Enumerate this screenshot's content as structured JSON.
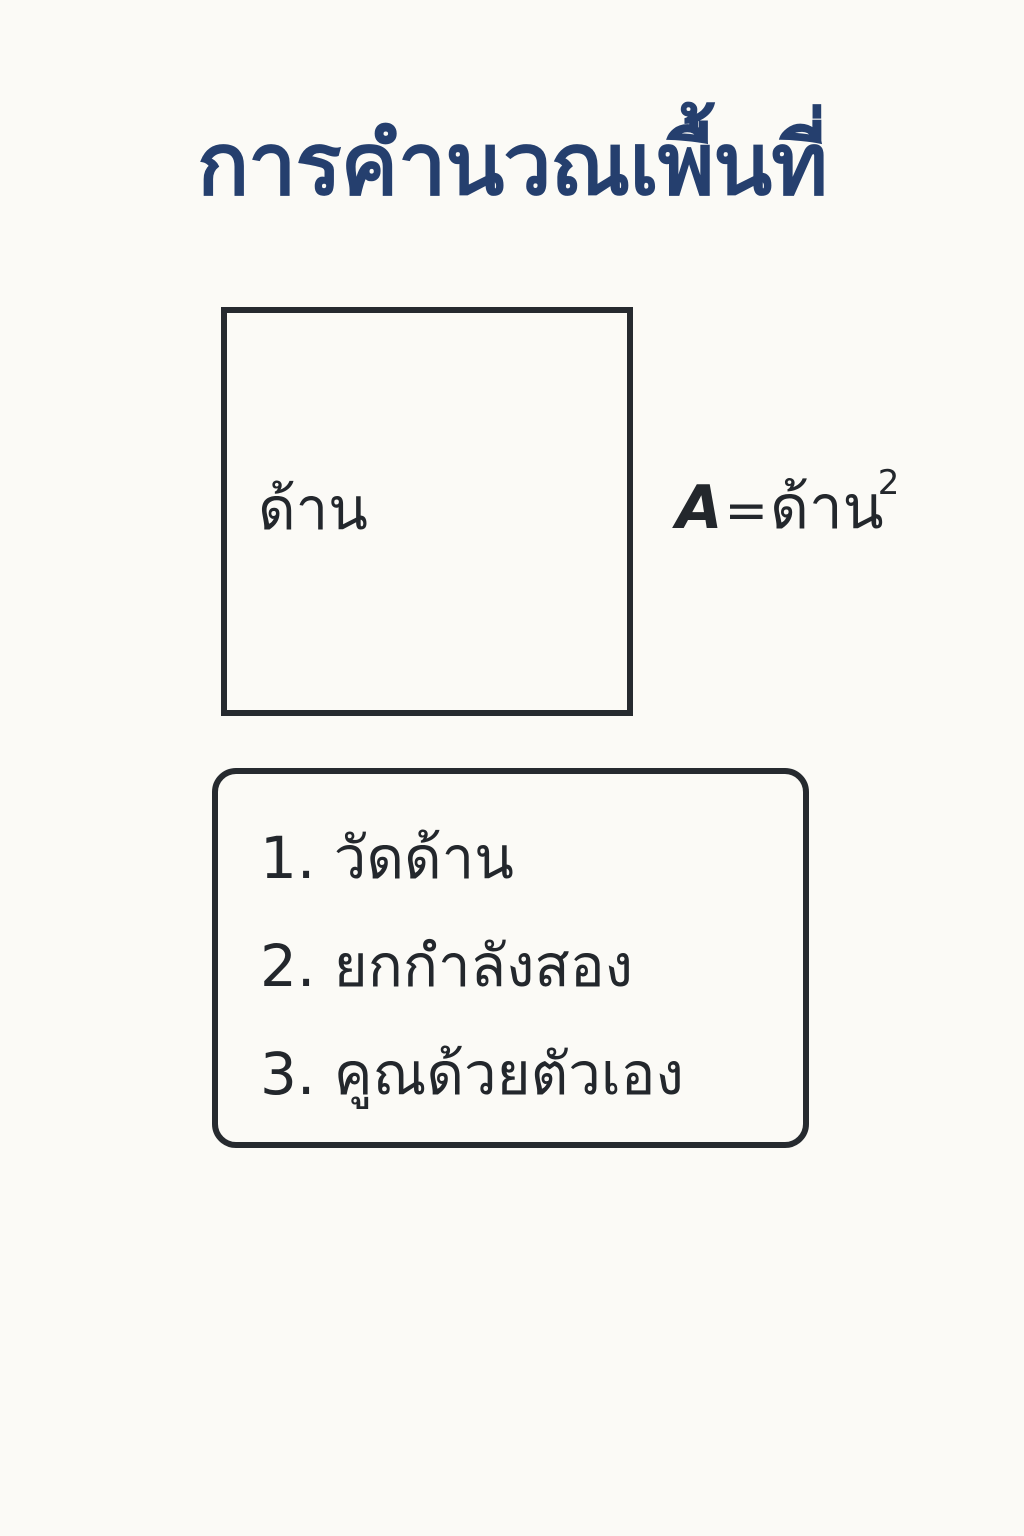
{
  "title": "การคำนวณเพื้นที่",
  "diagram": {
    "side_label": "ด้าน",
    "formula": {
      "variable": "A",
      "equals": "=",
      "expression": "ด้าน",
      "exponent": "2"
    }
  },
  "steps": [
    {
      "text": "1. วัดด้าน"
    },
    {
      "text": "2. ยกกำลังสอง"
    },
    {
      "text": "3. คูณด้วยตัวเอง"
    }
  ],
  "colors": {
    "title": "#253f6e",
    "ink": "#23272c",
    "background": "#fbfaf6"
  }
}
